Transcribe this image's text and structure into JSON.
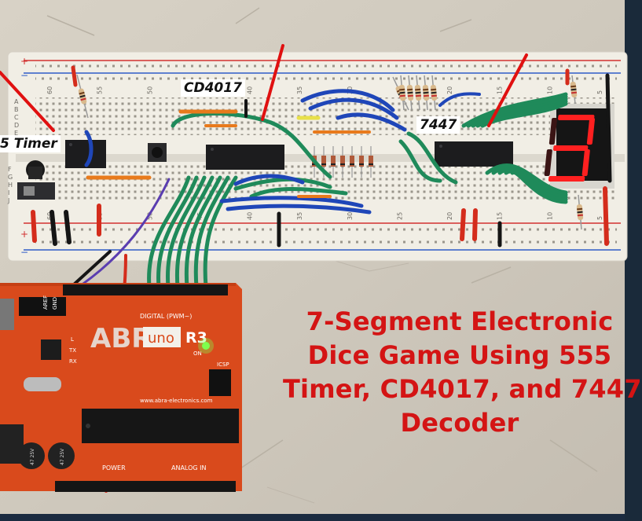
{
  "labels": {
    "cd4017": "CD4017",
    "ic7447": "7447",
    "timer555": "5 Timer"
  },
  "caption": {
    "line1": "7-Segment Electronic",
    "line2": "Dice Game Using 555",
    "line3": "Timer, CD4017, and 7447",
    "line4": "Decoder"
  },
  "display": {
    "digit": "3"
  },
  "board": {
    "brand": "ABRA",
    "model": "uno",
    "revision": "R3",
    "digital_header": "DIGITAL (PWM~)",
    "analog_header": "ANALOG IN",
    "power_header": "POWER",
    "icsp": "ICSP",
    "website": "www.abra-electronics.com",
    "pin_tx": "TX",
    "pin_rx": "RX",
    "led_l": "L",
    "led_on": "ON",
    "aref": "AREF",
    "gnd": "GND"
  },
  "breadboard": {
    "row_letters_top": [
      "A",
      "B",
      "C",
      "D",
      "E"
    ],
    "row_letters_bottom": [
      "F",
      "G",
      "H",
      "I",
      "J"
    ],
    "column_numbers": [
      "60",
      "55",
      "50",
      "45",
      "40",
      "35",
      "30",
      "25",
      "20",
      "15",
      "10",
      "5"
    ],
    "rail_plus": "+",
    "rail_minus": "−"
  },
  "capacitors": {
    "c1": "47 25V",
    "c2": "47 25V"
  },
  "colors": {
    "caption": "#d41414",
    "pcb": "#d94a1c",
    "breadboard": "#f1eee5",
    "jumper_green": "#1f8a5a",
    "jumper_blue": "#1f46b8",
    "jumper_orange": "#e87a1c",
    "segment_red": "#ff2020",
    "arrow": "#e01010"
  }
}
